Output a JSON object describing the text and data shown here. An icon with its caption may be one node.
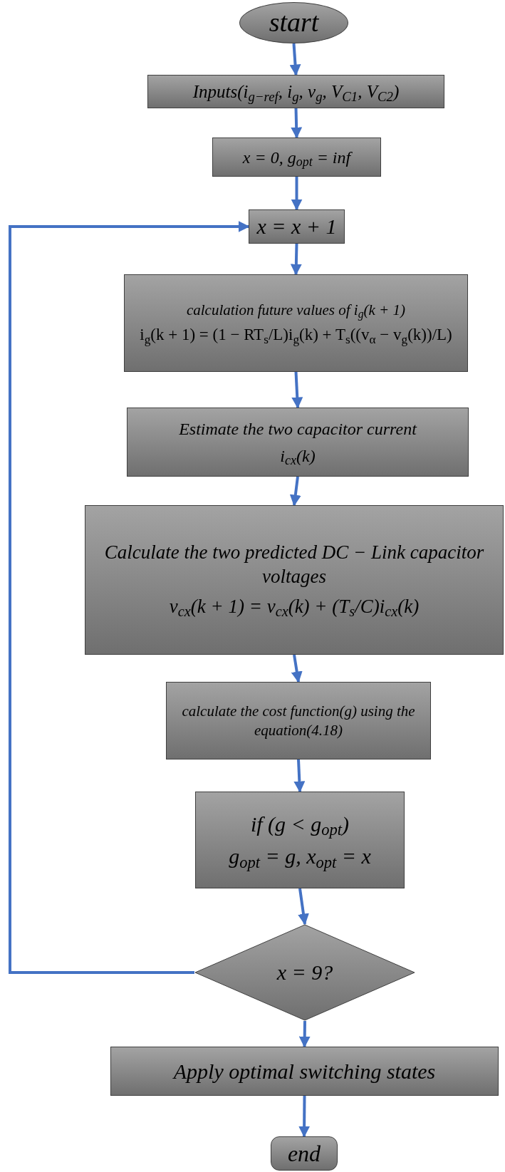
{
  "diagram": {
    "nodes": [
      {
        "text": [
          "start"
        ]
      },
      {
        "text": [
          "Inputs(i$_{g−ref}$, i$_{g}$, v$_{g}$, V$_{C1}$, V$_{C2}$)"
        ]
      },
      {
        "text": [
          "x = 0, g$_{opt}$ = inf"
        ]
      },
      {
        "text": [
          "x = x + 1"
        ]
      },
      {
        "text": [
          "calculation future values of i$_{g}$(k + 1)",
          "i$_{g}$(k + 1) = (1 − RT$_{s}$/L)i$_{g}$(k) + T$_{s}$((v$_{α}$ − v$_{g}$(k))/L)"
        ]
      },
      {
        "text": [
          "Estimate the two capacitor current",
          "i$_{cx}$(k)"
        ]
      },
      {
        "text": [
          "Calculate the two predicted DC − Link capacitor voltages",
          "v$_{cx}$(k + 1) = v$_{cx}$(k) + (T$_{s}$/C)i$_{cx}$(k)"
        ]
      },
      {
        "text": [
          "calculate the cost function(g) using the equation(4.18)"
        ]
      },
      {
        "text": [
          "if (g < g$_{opt}$)",
          "g$_{opt}$ = g, x$_{opt}$ = x"
        ]
      },
      {
        "text": [
          "x = 9?"
        ]
      },
      {
        "text": [
          "Apply optimal switching states"
        ]
      },
      {
        "text": [
          "end"
        ]
      }
    ],
    "edges": [
      {
        "from": 0,
        "to": 1,
        "arrow": "to"
      },
      {
        "from": 1,
        "to": 2,
        "arrow": "to"
      },
      {
        "from": 2,
        "to": 3,
        "arrow": "to"
      },
      {
        "from": 3,
        "to": 4,
        "arrow": "to"
      },
      {
        "from": 4,
        "to": 5,
        "arrow": "to"
      },
      {
        "from": 5,
        "to": 6,
        "arrow": "to"
      },
      {
        "from": 6,
        "to": 7,
        "arrow": "to"
      },
      {
        "from": 7,
        "to": 8,
        "arrow": "to"
      },
      {
        "from": 8,
        "to": 9,
        "arrow": "to"
      },
      {
        "from": 9,
        "to": 3,
        "arrow": "to"
      },
      {
        "from": 9,
        "to": 10,
        "arrow": "to"
      },
      {
        "from": 10,
        "to": 11,
        "arrow": "to"
      }
    ]
  }
}
